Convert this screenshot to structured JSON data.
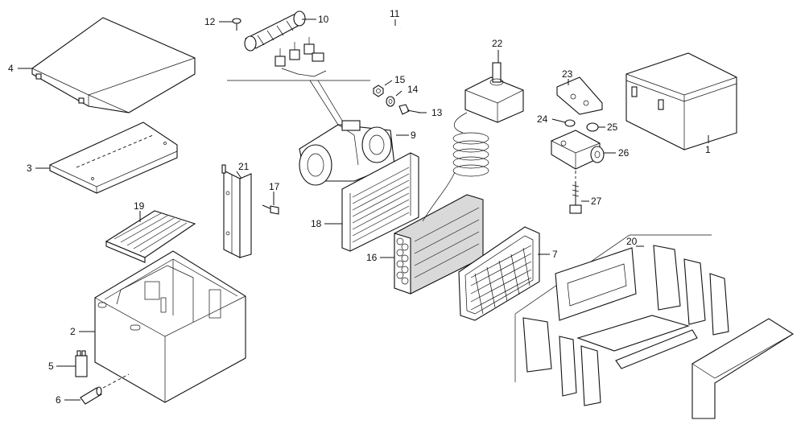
{
  "diagram": {
    "callouts": {
      "c1": "1",
      "c2": "2",
      "c3": "3",
      "c4": "4",
      "c5": "5",
      "c6": "6",
      "c7": "7",
      "c9": "9",
      "c10": "10",
      "c11": "11",
      "c12": "12",
      "c13": "13",
      "c14": "14",
      "c15": "15",
      "c16": "16",
      "c17": "17",
      "c18": "18",
      "c19": "19",
      "c20": "20",
      "c21": "21",
      "c22": "22",
      "c23": "23",
      "c24": "24",
      "c25": "25",
      "c26": "26",
      "c27": "27"
    }
  }
}
